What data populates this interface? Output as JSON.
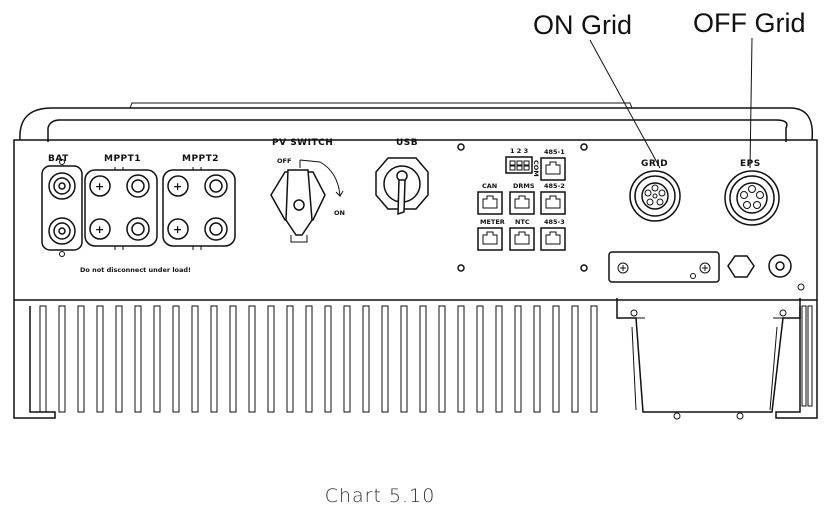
{
  "callouts": {
    "on_grid": "ON Grid",
    "off_grid": "OFF Grid"
  },
  "ports": {
    "bat": "BAT",
    "mppt1": "MPPT1",
    "mppt2": "MPPT2",
    "pv_switch": "PV SWITCH",
    "switch_off": "OFF",
    "switch_on": "ON",
    "usb": "USB",
    "grid": "GRID",
    "eps": "EPS",
    "warning": "Do not disconnect under load!",
    "com_pins": "1 2 3",
    "com": "COM",
    "rs485_1": "485-1",
    "can": "CAN",
    "drms": "DRMS",
    "rs485_2": "485-2",
    "meter": "METER",
    "ntc": "NTC",
    "rs485_3": "485-3"
  },
  "caption": "Chart 5.10"
}
